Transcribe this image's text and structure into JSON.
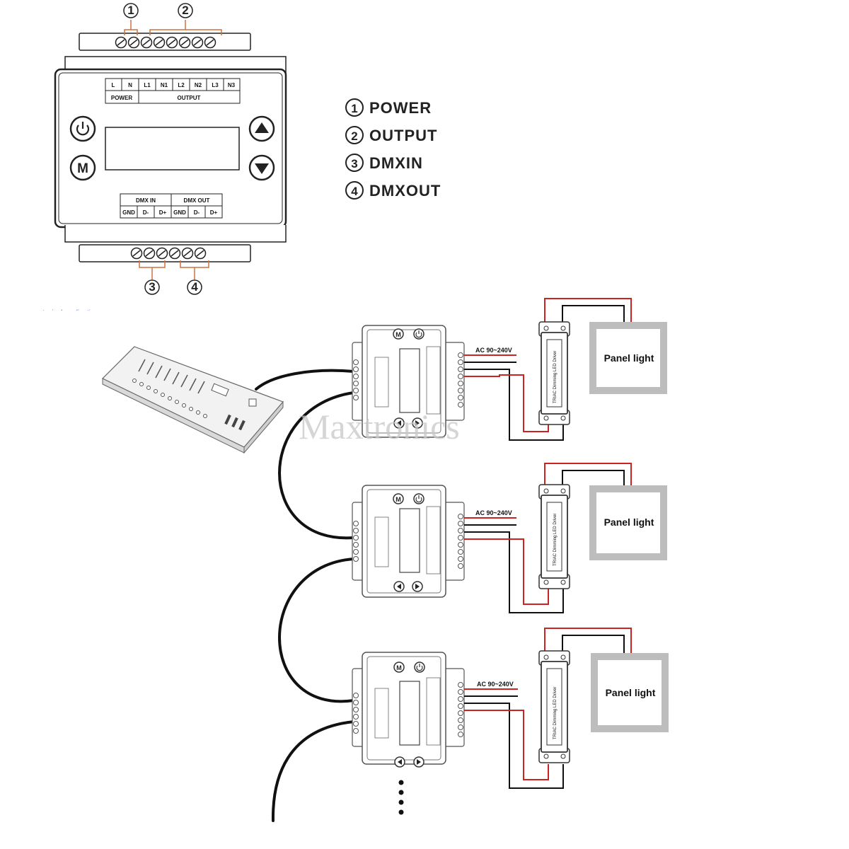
{
  "legend": {
    "items": [
      {
        "num": "1",
        "label": "POWER"
      },
      {
        "num": "2",
        "label": "OUTPUT"
      },
      {
        "num": "3",
        "label": "DMXIN"
      },
      {
        "num": "4",
        "label": "DMXOUT"
      }
    ]
  },
  "top_device": {
    "top_terminals": [
      "L",
      "N",
      "L1",
      "N1",
      "L2",
      "N2",
      "L3",
      "N3"
    ],
    "power_label": "POWER",
    "output_label": "OUTPUT",
    "dmx_in_label": "DMX IN",
    "dmx_out_label": "DMX OUT",
    "bottom_terminals": [
      "GND",
      "D-",
      "D+",
      "GND",
      "D-",
      "D+"
    ],
    "callouts": [
      "1",
      "2",
      "3",
      "4"
    ],
    "mode_button": "M"
  },
  "caption": "typical application",
  "application": {
    "ac_label": "AC 90~240V",
    "panel_label": "Panel light",
    "driver_label": "TRIAC Dimming LED Driver",
    "mode_button": "M"
  },
  "watermark": "Maxtronics"
}
